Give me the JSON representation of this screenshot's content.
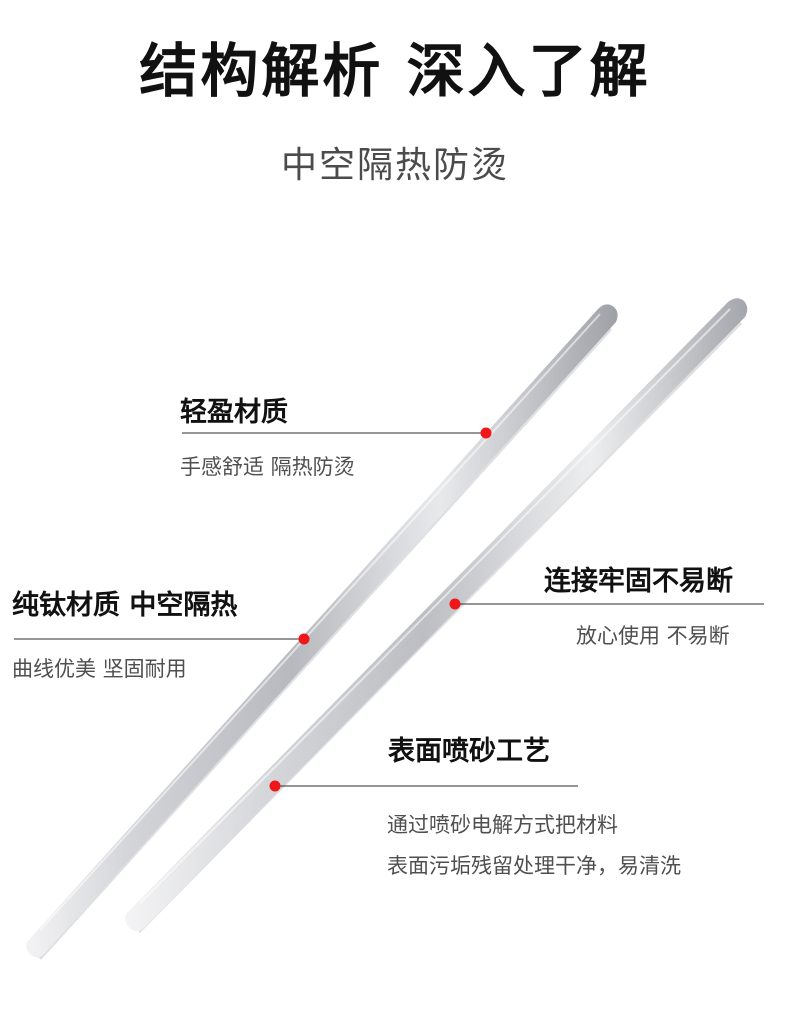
{
  "header": {
    "title": "结构解析 深入了解",
    "subtitle": "中空隔热防烫"
  },
  "callouts": {
    "top_left": {
      "title": "轻盈材质",
      "desc": "手感舒适 隔热防烫"
    },
    "middle_left": {
      "title": "纯钛材质 中空隔热",
      "desc": "曲线优美 坚固耐用"
    },
    "middle_right": {
      "title": "连接牢固不易断",
      "desc": "放心使用 不易断"
    },
    "bottom_right": {
      "title": "表面喷砂工艺",
      "desc_line_1": "通过喷砂电解方式把材料",
      "desc_line_2": "表面污垢残留处理干净，易清洗"
    }
  },
  "colors": {
    "marker": "#ef1717",
    "line": "#2d2d2d",
    "stick_light": "#d9dadd",
    "stick_mid": "#b9bbc0",
    "stick_dark": "#8e9096"
  }
}
